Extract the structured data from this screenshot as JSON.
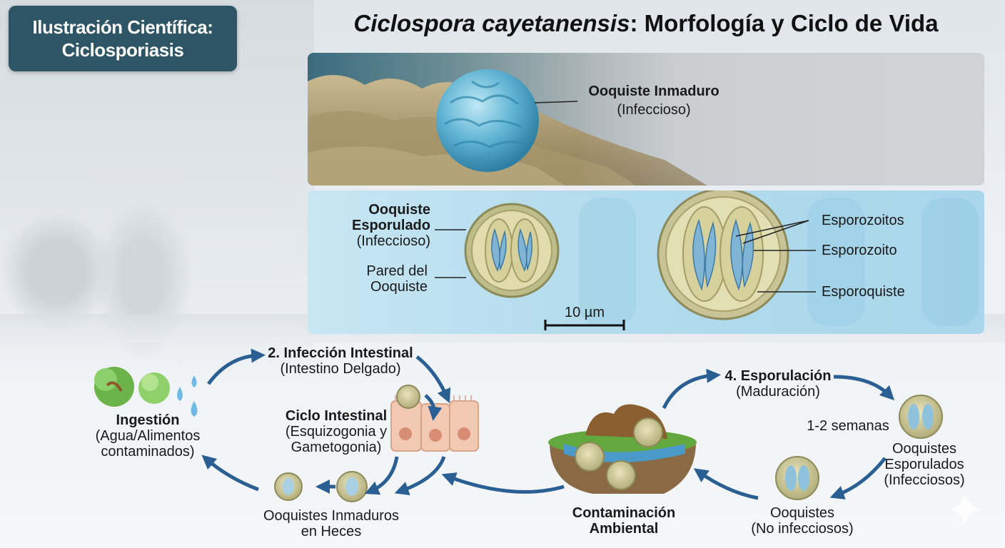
{
  "badge": {
    "line1": "Ilustración Científica:",
    "line2": "Ciclosporiasis"
  },
  "title": {
    "italic": "Ciclospora cayetanensis",
    "rest": ": Morfología y Ciclo de Vida"
  },
  "top_panel": {
    "label_bold": "Ooquiste Inmaduro",
    "label_sub": "(Infeccioso)"
  },
  "mid_panel": {
    "sporulated_bold_1": "Ooquiste",
    "sporulated_bold_2": "Esporulado",
    "sporulated_sub": "(Infeccioso)",
    "wall_1": "Pared del",
    "wall_2": "Ooquiste",
    "sporozoites": "Esporozoitos",
    "sporozoite": "Esporozoito",
    "sporocyst": "Esporoquiste",
    "scale": "10 µm"
  },
  "cycle": {
    "ingestion_bold": "Ingestión",
    "ingestion_1": "(Agua/Alimentos",
    "ingestion_2": "contaminados)",
    "step2_num": "2.",
    "step2_bold": "Infección Intestinal",
    "step2_sub": "(Intestino Delgado)",
    "intestinal_bold": "Ciclo Intestinal",
    "intestinal_1": "(Esquizogonia y",
    "intestinal_2": "Gametogonia)",
    "immature_1": "Ooquistes Inmaduros",
    "immature_2": "en Heces",
    "env_1": "Contaminación",
    "env_2": "Ambiental",
    "step4_num": "4.",
    "step4_bold": "Esporulación",
    "step4_sub": "(Maduración)",
    "weeks": "1-2 semanas",
    "sporulated_1": "Ooquistes",
    "sporulated_2": "Esporulados",
    "sporulated_3": "(Infecciosos)",
    "noninf_1": "Ooquistes",
    "noninf_2": "(No infecciosos)"
  },
  "colors": {
    "badge": "#2e5566",
    "arrow": "#2a5f94",
    "oocyst": "#5fb3d3"
  }
}
